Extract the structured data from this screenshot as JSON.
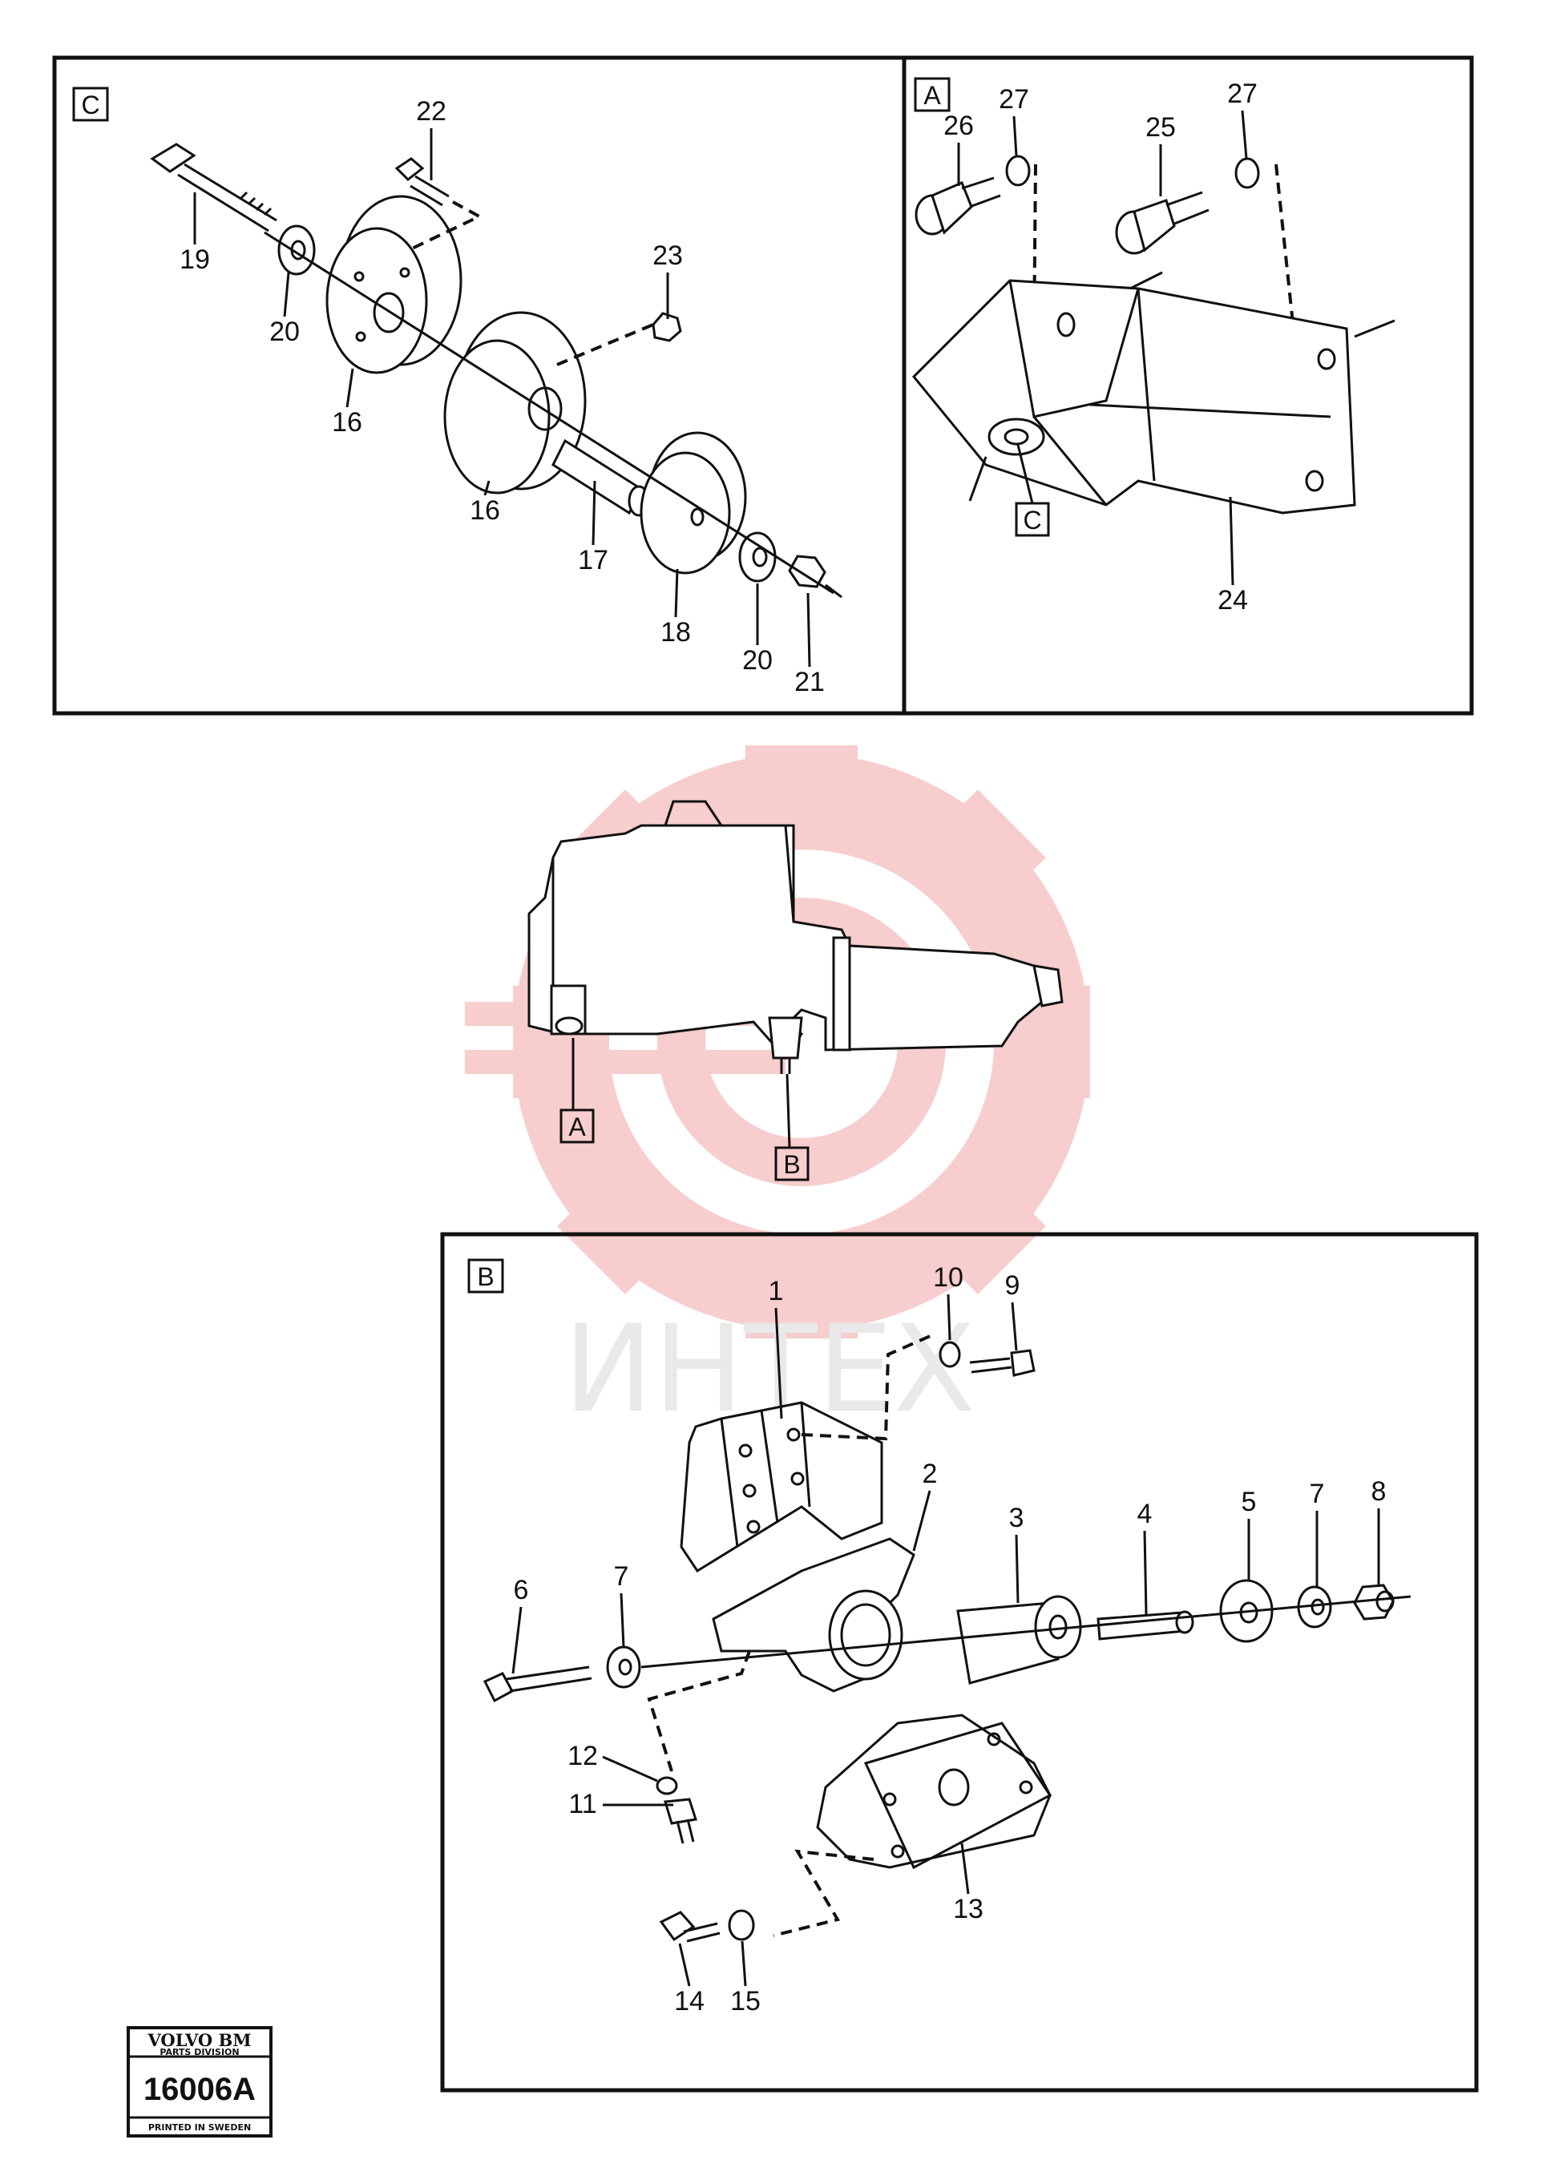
{
  "watermark": {
    "text": "ИНТЕХ",
    "color": "#e8a0a0"
  },
  "stamp": {
    "brand": "VOLVO BM",
    "division": "PARTS DIVISION",
    "number": "16006A",
    "footer": "PRINTED IN SWEDEN"
  },
  "overview": {
    "callout_a": "A",
    "callout_b": "B"
  },
  "panel_c": {
    "tag": "C",
    "labels": [
      "22",
      "19",
      "20",
      "23",
      "16",
      "16",
      "17",
      "18",
      "20",
      "21"
    ]
  },
  "panel_a": {
    "tag": "A",
    "labels": [
      "26",
      "27",
      "25",
      "27",
      "24"
    ],
    "ref_c": "C"
  },
  "panel_b": {
    "tag": "B",
    "labels": [
      "1",
      "10",
      "9",
      "2",
      "3",
      "4",
      "5",
      "7",
      "8",
      "6",
      "7",
      "12",
      "11",
      "13",
      "14",
      "15"
    ]
  }
}
